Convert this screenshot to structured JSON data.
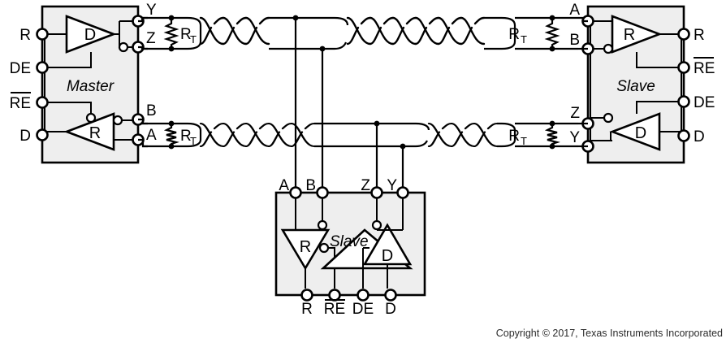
{
  "diagram": {
    "title": "RS-485 multipoint full-duplex bus with master and two slaves",
    "copyright": "Copyright © 2017, Texas Instruments Incorporated",
    "colors": {
      "block_fill": "#EEEEEE",
      "line": "#000000",
      "gate_fill": "#FFFFFF",
      "copyright_text": "#2B2B2B"
    }
  },
  "master": {
    "label": "Master",
    "left_pins": [
      {
        "name": "R",
        "label": "R"
      },
      {
        "name": "DE",
        "label": "DE"
      },
      {
        "name": "RE",
        "label": "RE",
        "overline": true
      },
      {
        "name": "D",
        "label": "D"
      }
    ],
    "right_pins": [
      {
        "name": "Y",
        "label": "Y"
      },
      {
        "name": "Z",
        "label": "Z"
      },
      {
        "name": "B",
        "label": "B"
      },
      {
        "name": "A",
        "label": "A"
      }
    ],
    "gates": [
      {
        "name": "driver",
        "label": "D",
        "direction": "right"
      },
      {
        "name": "receiver",
        "label": "R",
        "direction": "left"
      }
    ]
  },
  "slave_right": {
    "label": "Slave",
    "left_pins": [
      {
        "name": "A",
        "label": "A"
      },
      {
        "name": "B",
        "label": "B"
      },
      {
        "name": "Z",
        "label": "Z"
      },
      {
        "name": "Y",
        "label": "Y"
      }
    ],
    "right_pins": [
      {
        "name": "R",
        "label": "R"
      },
      {
        "name": "RE",
        "label": "RE",
        "overline": true
      },
      {
        "name": "DE",
        "label": "DE"
      },
      {
        "name": "D",
        "label": "D"
      }
    ],
    "gates": [
      {
        "name": "receiver",
        "label": "R",
        "direction": "right"
      },
      {
        "name": "driver",
        "label": "D",
        "direction": "left"
      }
    ]
  },
  "slave_bottom": {
    "label": "Slave",
    "top_pins": [
      {
        "name": "A",
        "label": "A"
      },
      {
        "name": "B",
        "label": "B"
      },
      {
        "name": "Z",
        "label": "Z"
      },
      {
        "name": "Y",
        "label": "Y"
      }
    ],
    "bottom_pins": [
      {
        "name": "R",
        "label": "R"
      },
      {
        "name": "RE",
        "label": "RE",
        "overline": true
      },
      {
        "name": "DE",
        "label": "DE"
      },
      {
        "name": "D",
        "label": "D"
      }
    ],
    "gates": [
      {
        "name": "receiver",
        "label": "R",
        "direction": "down"
      },
      {
        "name": "driver",
        "label": "D",
        "direction": "up"
      }
    ]
  },
  "terminators": [
    {
      "name": "rt-master-top",
      "label": "R",
      "subscript": "T"
    },
    {
      "name": "rt-master-bottom",
      "label": "R",
      "subscript": "T"
    },
    {
      "name": "rt-slave-top",
      "label": "R",
      "subscript": "T"
    },
    {
      "name": "rt-slave-bottom",
      "label": "R",
      "subscript": "T"
    }
  ],
  "buses": [
    {
      "name": "upper-twisted-pair",
      "signals": [
        "Y/A",
        "Z/B"
      ]
    },
    {
      "name": "lower-twisted-pair",
      "signals": [
        "B/Z",
        "A/Y"
      ]
    }
  ]
}
